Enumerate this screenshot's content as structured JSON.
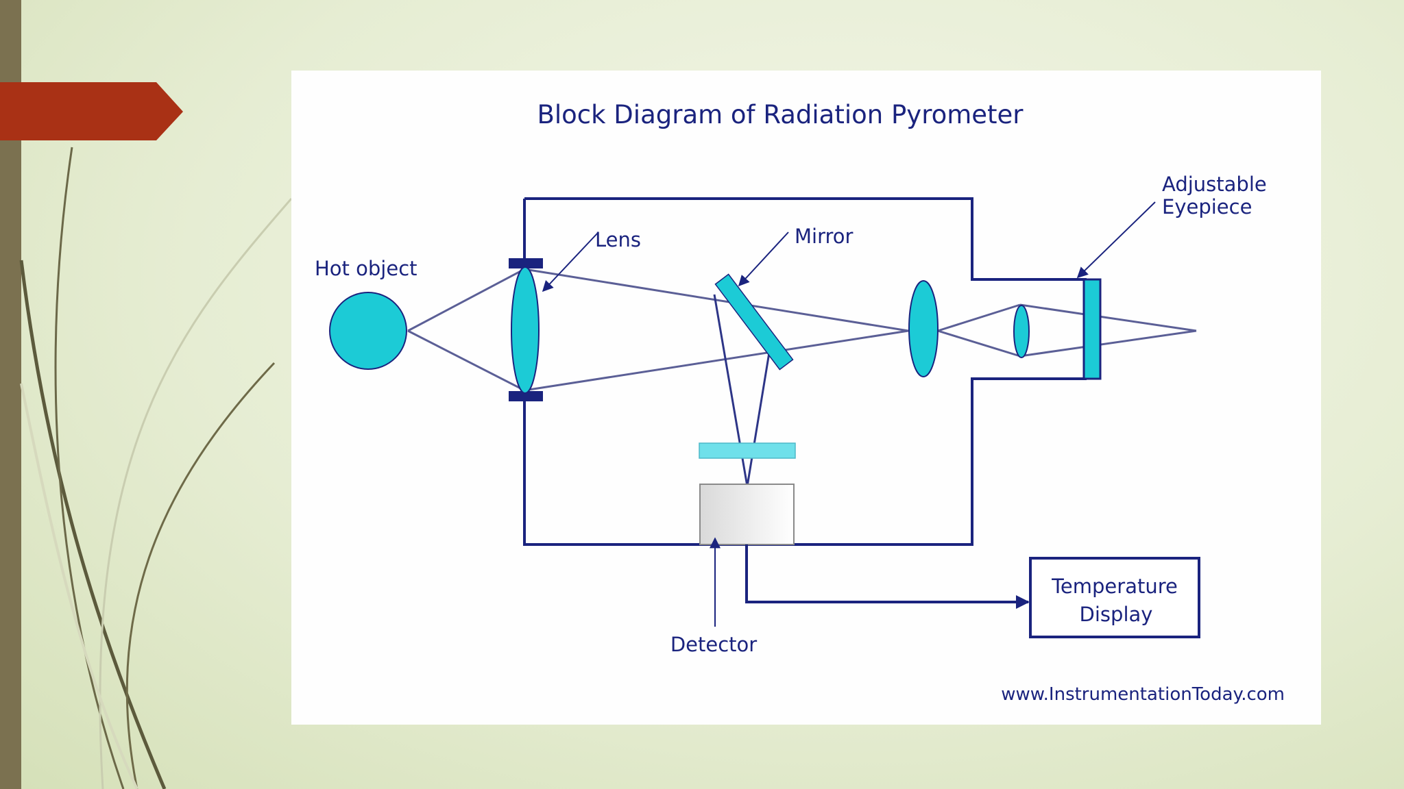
{
  "slide": {
    "title_tab_color": "#a93115",
    "left_bar_color": "#7b7150"
  },
  "diagram": {
    "title": "Block Diagram of Radiation Pyrometer",
    "labels": {
      "hot_object": "Hot object",
      "lens": "Lens",
      "mirror": "Mirror",
      "eyepiece_line1": "Adjustable",
      "eyepiece_line2": "Eyepiece",
      "detector": "Detector",
      "display_line1": "Temperature",
      "display_line2": "Display"
    },
    "watermark": "www.InstrumentationToday.com",
    "colors": {
      "navy": "#1a237e",
      "cyan": "#1ccbd6",
      "light_cyan": "#6fe0ea"
    }
  }
}
